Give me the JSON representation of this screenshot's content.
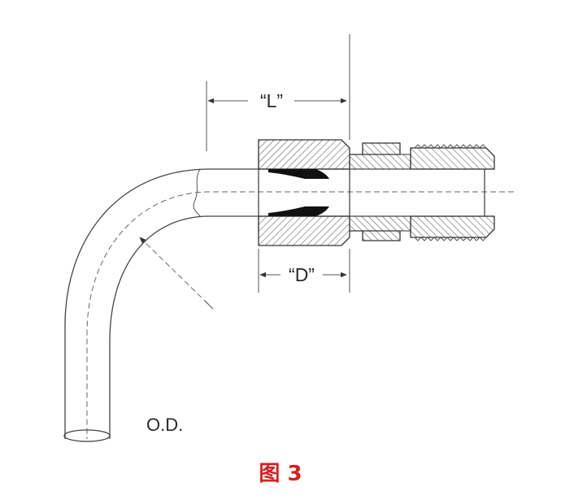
{
  "labels": {
    "length_label": "“L”",
    "depth_label": "“D”",
    "od_label": "O.D."
  },
  "caption": {
    "text": "图 3",
    "color": "#d42020"
  },
  "colors": {
    "line": "#444444",
    "background": "#ffffff"
  }
}
